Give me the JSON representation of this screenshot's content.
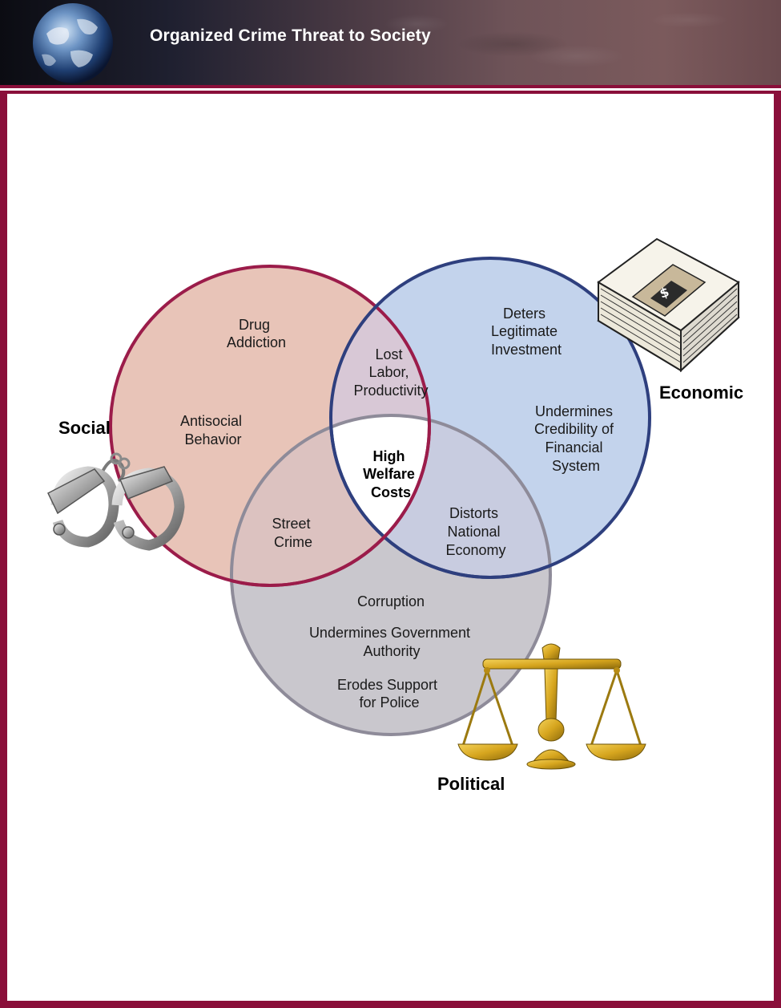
{
  "header": {
    "title": "Organized Crime Threat to Society"
  },
  "colors": {
    "maroon": "#8a0f3a",
    "social_fill": "#e8c4b8",
    "economic_fill": "#c3d3ec",
    "political_fill": "#c9c7cd",
    "social_stroke": "#9b1c4a",
    "economic_stroke": "#2e3f7e",
    "political_stroke": "#8e8b99"
  },
  "categories": {
    "social": "Social",
    "economic": "Economic",
    "political": "Political"
  },
  "social_only": {
    "item1": [
      "Drug",
      "Addiction"
    ],
    "item2": [
      "Antisocial",
      "Behavior"
    ]
  },
  "economic_only": {
    "item1": [
      "Deters",
      "Legitimate",
      "Investment"
    ],
    "item2": [
      "Undermines",
      "Credibility of",
      "Financial",
      "System"
    ]
  },
  "political_only": {
    "item1": [
      "Corruption"
    ],
    "item2": [
      "Undermines Government",
      "Authority"
    ],
    "item3": [
      "Erodes Support",
      "for Police"
    ]
  },
  "social_economic": [
    "Lost",
    "Labor,",
    "Productivity"
  ],
  "social_political": [
    "Street",
    "Crime"
  ],
  "economic_political": [
    "Distorts",
    "National",
    "Economy"
  ],
  "center": [
    "High",
    "Welfare",
    "Costs"
  ],
  "icons": {
    "globe": "globe-icon",
    "social": "handcuffs-icon",
    "economic": "money-stack-icon",
    "political": "scales-of-justice-icon"
  }
}
